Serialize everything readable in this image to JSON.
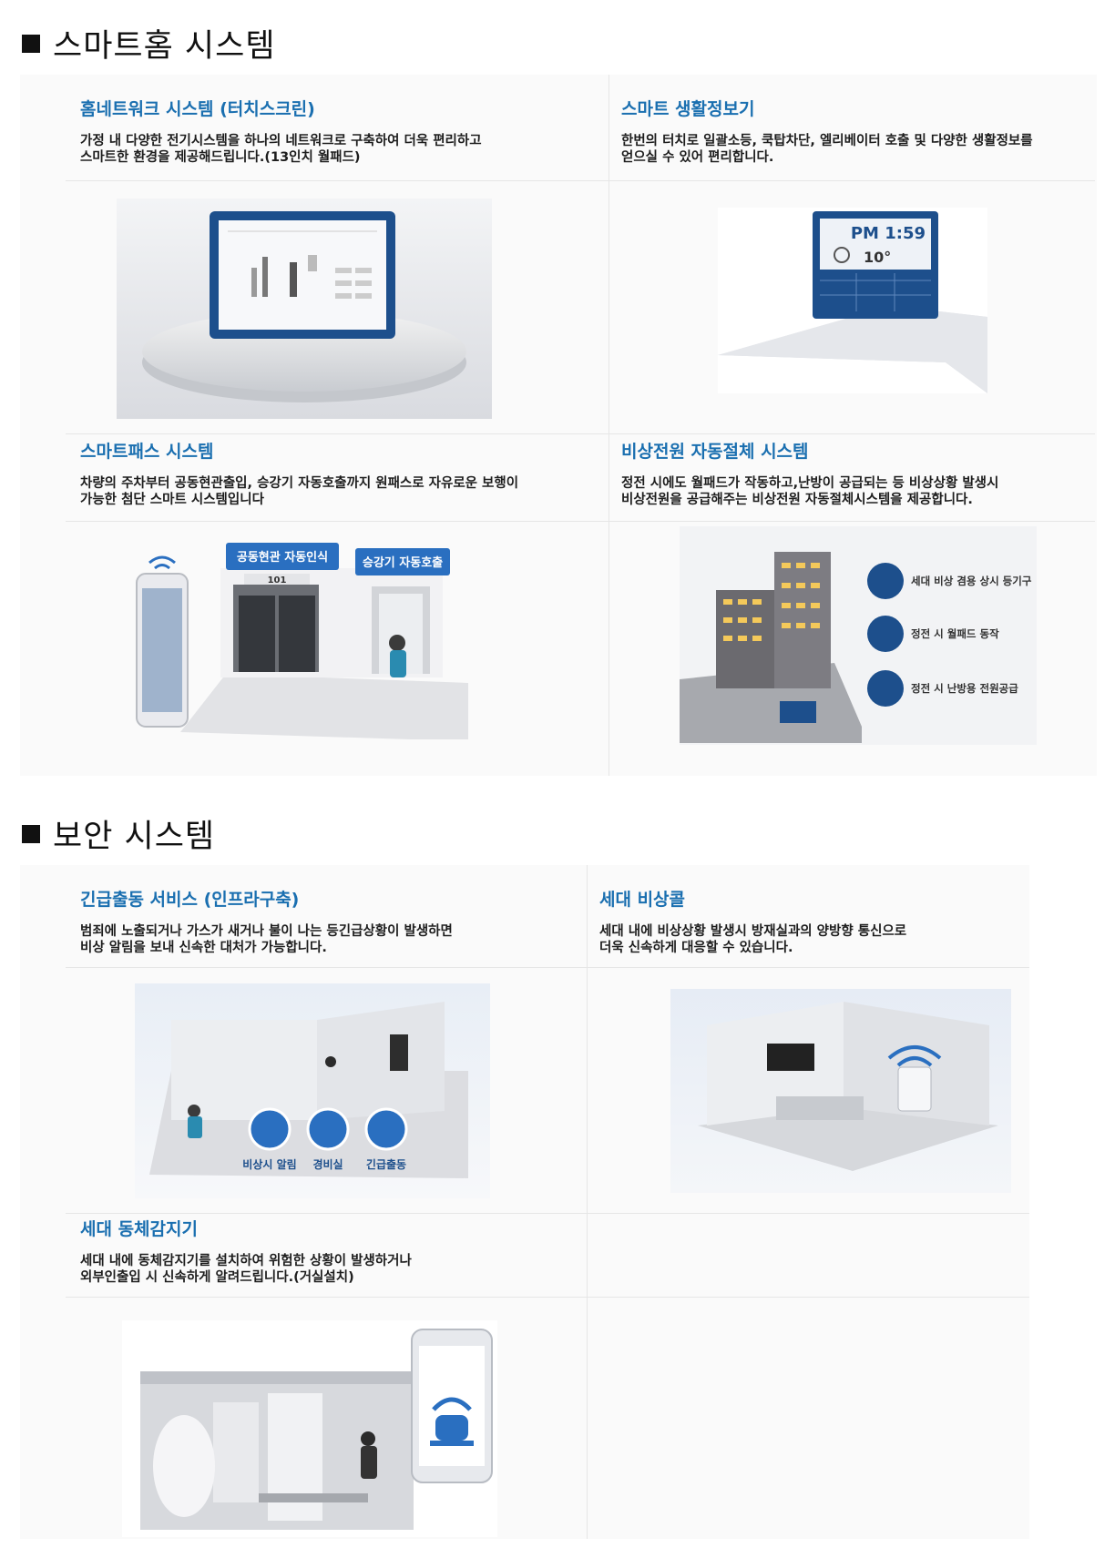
{
  "sections": [
    {
      "title": "스마트홈 시스템",
      "items": [
        {
          "title": "홈네트워크 시스템 (터치스크린)",
          "desc": "가정 내 다양한 전기시스템을 하나의 네트워크로 구축하여 더욱 편리하고\n스마트한 환경을 제공해드립니다.(13인치 월패드)"
        },
        {
          "title": "스마트 생활정보기",
          "desc": "한번의 터치로 일괄소등, 쿡탑차단, 엘리베이터 호출 및 다양한 생활정보를\n얻으실 수 있어 편리합니다."
        },
        {
          "title": "스마트패스 시스템",
          "desc": "차량의 주차부터 공동현관출입, 승강기 자동호출까지 원패스로 자유로운 보행이\n가능한 첨단 스마트 시스템입니다"
        },
        {
          "title": "비상전원 자동절체 시스템",
          "desc": "정전 시에도 월패드가 작동하고,난방이 공급되는 등 비상상황 발생시\n비상전원을 공급해주는 비상전원 자동절체시스템을 제공합니다."
        }
      ]
    },
    {
      "title": "보안 시스템",
      "items": [
        {
          "title": "긴급출동 서비스 (인프라구축)",
          "desc": "범죄에 노출되거나 가스가 새거나 불이 나는 등긴급상황이 발생하면\n비상 알림을 보내 신속한 대처가 가능합니다."
        },
        {
          "title": "세대 비상콜",
          "desc": "세대 내에 비상상황 발생시 방재실과의 양방향 통신으로\n더욱 신속하게 대응할 수 있습니다."
        },
        {
          "title": "세대 동체감지기",
          "desc": "세대 내에 동체감지기를 설치하여 위험한 상황이 발생하거나\n외부인출입 시 신속하게 알려드립니다.(거실설치)"
        }
      ]
    }
  ],
  "illustrations": {
    "wallpad_time": "PM 1:59",
    "wallpad_temp": "10°",
    "smartpass_sign1": "공동현관 자동인식",
    "smartpass_sign2": "승강기 자동호출",
    "smartpass_unit": "101",
    "power_labels": [
      "세대 비상 겸용 상시 등기구",
      "정전 시 월패드 동작",
      "정전 시 난방용 전원공급"
    ],
    "emergency_labels": [
      "비상시 알림",
      "경비실",
      "긴급출동"
    ]
  },
  "colors": {
    "accent": "#1a6fb0",
    "navy": "#1d4f8c"
  }
}
